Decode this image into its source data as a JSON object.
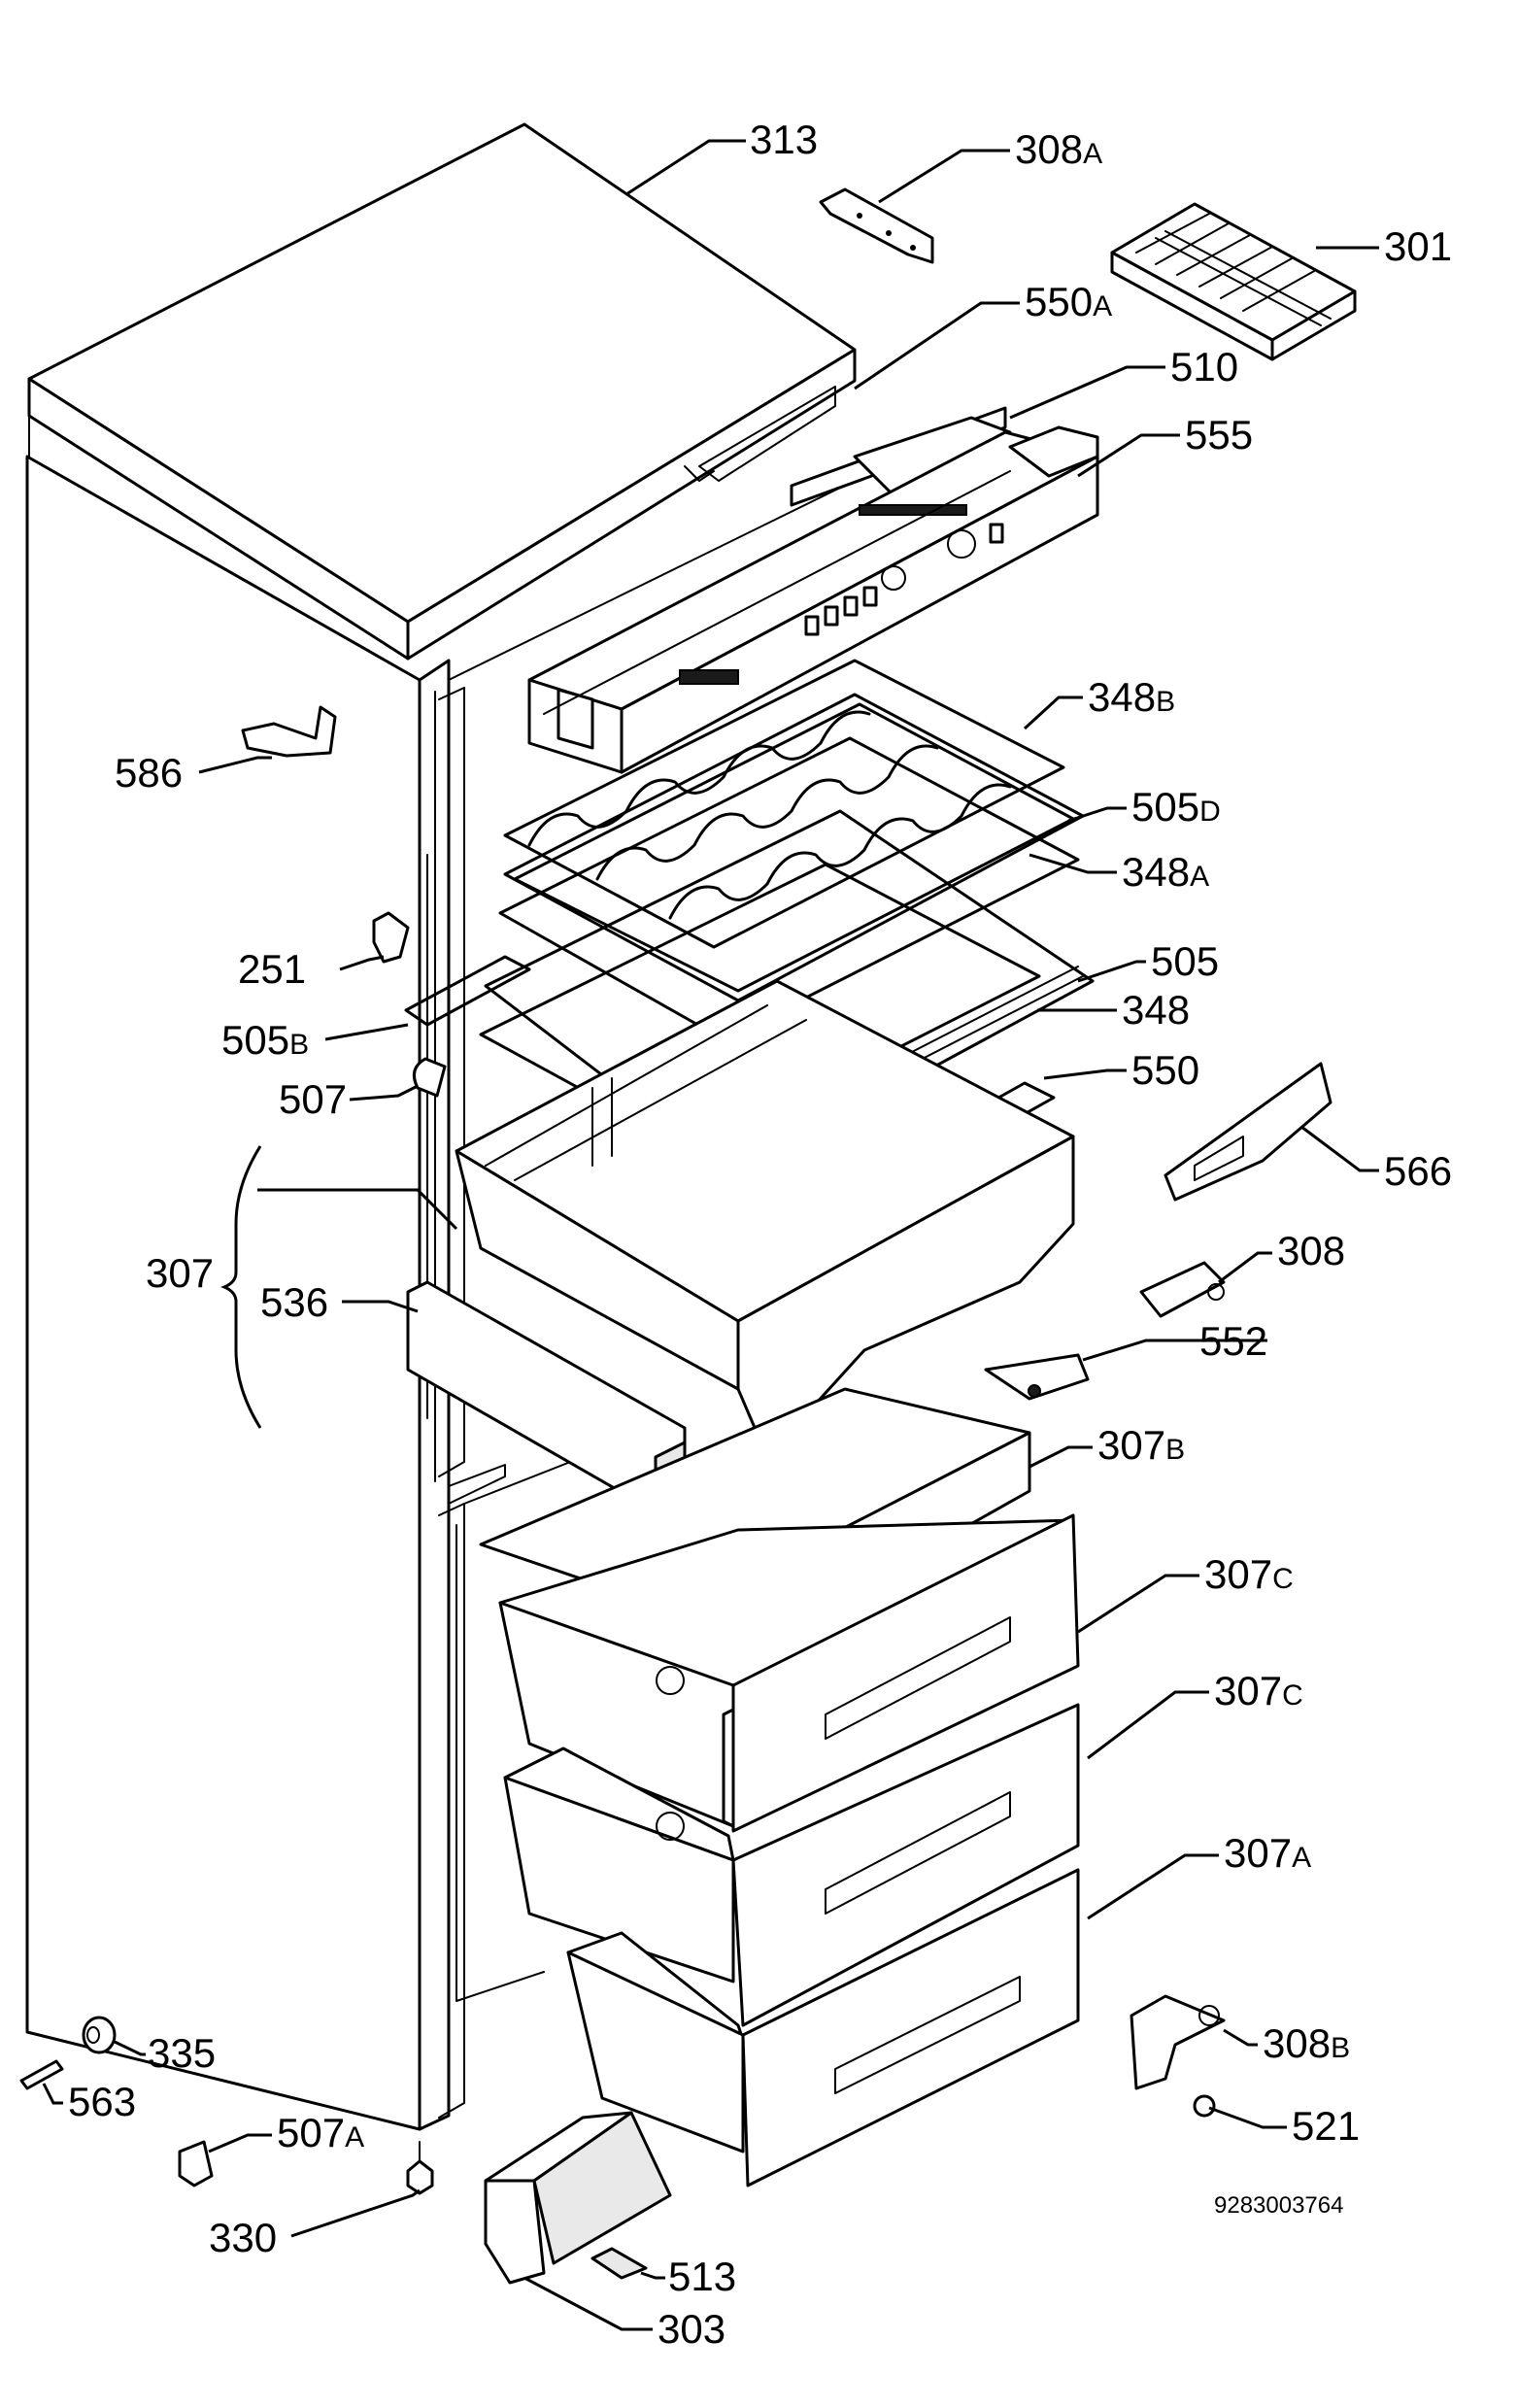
{
  "diagram": {
    "reference_number": "9283003764",
    "labels": [
      {
        "id": "313",
        "num": "313",
        "suffix": ""
      },
      {
        "id": "308A",
        "num": "308",
        "suffix": "A"
      },
      {
        "id": "301",
        "num": "301",
        "suffix": ""
      },
      {
        "id": "550A",
        "num": "550",
        "suffix": "A"
      },
      {
        "id": "510",
        "num": "510",
        "suffix": ""
      },
      {
        "id": "555",
        "num": "555",
        "suffix": ""
      },
      {
        "id": "348B",
        "num": "348",
        "suffix": "B"
      },
      {
        "id": "586",
        "num": "586",
        "suffix": ""
      },
      {
        "id": "505D",
        "num": "505",
        "suffix": "D"
      },
      {
        "id": "348A",
        "num": "348",
        "suffix": "A"
      },
      {
        "id": "251",
        "num": "251",
        "suffix": ""
      },
      {
        "id": "505",
        "num": "505",
        "suffix": ""
      },
      {
        "id": "505B",
        "num": "505",
        "suffix": "B"
      },
      {
        "id": "348",
        "num": "348",
        "suffix": ""
      },
      {
        "id": "507",
        "num": "507",
        "suffix": ""
      },
      {
        "id": "550",
        "num": "550",
        "suffix": ""
      },
      {
        "id": "566",
        "num": "566",
        "suffix": ""
      },
      {
        "id": "307",
        "num": "307",
        "suffix": ""
      },
      {
        "id": "308",
        "num": "308",
        "suffix": ""
      },
      {
        "id": "536",
        "num": "536",
        "suffix": ""
      },
      {
        "id": "552",
        "num": "552",
        "suffix": ""
      },
      {
        "id": "307B",
        "num": "307",
        "suffix": "B"
      },
      {
        "id": "307C-upper",
        "num": "307",
        "suffix": "C"
      },
      {
        "id": "307C-lower",
        "num": "307",
        "suffix": "C"
      },
      {
        "id": "307A",
        "num": "307",
        "suffix": "A"
      },
      {
        "id": "335",
        "num": "335",
        "suffix": ""
      },
      {
        "id": "308B",
        "num": "308",
        "suffix": "B"
      },
      {
        "id": "563",
        "num": "563",
        "suffix": ""
      },
      {
        "id": "507A",
        "num": "507",
        "suffix": "A"
      },
      {
        "id": "521",
        "num": "521",
        "suffix": ""
      },
      {
        "id": "330",
        "num": "330",
        "suffix": ""
      },
      {
        "id": "513",
        "num": "513",
        "suffix": ""
      },
      {
        "id": "303",
        "num": "303",
        "suffix": ""
      }
    ]
  }
}
